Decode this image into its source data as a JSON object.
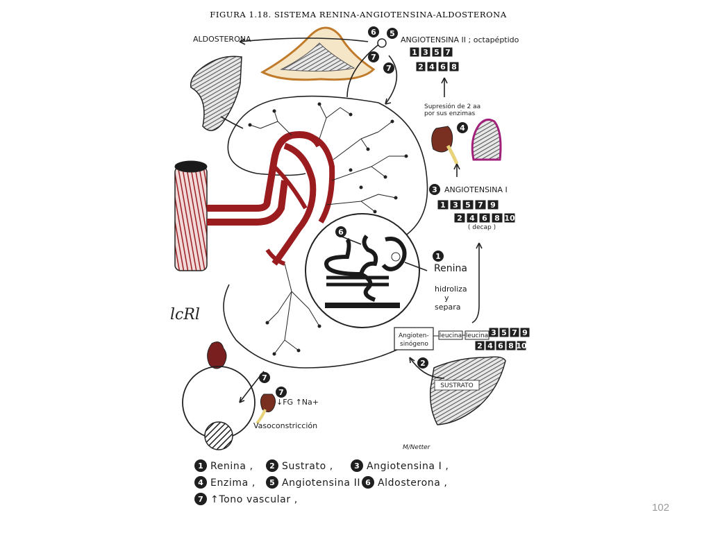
{
  "figure": {
    "title": "FIGURA 1.18. SISTEMA RENINA-ANGIOTENSINA-ALDOSTERONA",
    "aldosterona": "ALDOSTERONA",
    "angio2_label": "ANGIOTENSINA II ; octapéptido",
    "angio2_row1": [
      "1",
      "3",
      "5",
      "7"
    ],
    "angio2_row2": [
      "2",
      "4",
      "6",
      "8"
    ],
    "supresion_line1": "Supresión de 2 aa",
    "supresion_line2": "por sus enzimas",
    "angio1_label": "ANGIOTENSINA I",
    "angio1_row1": [
      "1",
      "3",
      "5",
      "7",
      "9"
    ],
    "angio1_row2": [
      "2",
      "4",
      "6",
      "8",
      "10"
    ],
    "decap": "( decap )",
    "renina": "Renina",
    "hidroliza_1": "hidroliza",
    "hidroliza_2": "y",
    "hidroliza_3": "separa",
    "angiotensinogeno_1": "Angioten-",
    "angiotensinogeno_2": "sinógeno",
    "leucina_1": "leucina",
    "leucina_2": "leucina",
    "chain_row1": [
      "3",
      "5",
      "7",
      "9"
    ],
    "chain_row2": [
      "2",
      "4",
      "6",
      "8",
      "10"
    ],
    "sustrato": "SUSTRATO",
    "fg": "↓FG ↑Na+",
    "vasoconstriccion": "Vasoconstricción",
    "signature": "M/Netter",
    "artist_sig": "lcRl"
  },
  "badges": {
    "b1": "1",
    "b2": "2",
    "b3": "3",
    "b4": "4",
    "b5": "5",
    "b6a": "6",
    "b6b": "6",
    "b7a": "7",
    "b7b": "7",
    "b7c": "7",
    "b7d": "7"
  },
  "legend": {
    "row1": [
      {
        "num": "1",
        "text": "Renina ,"
      },
      {
        "num": "2",
        "text": "Sustrato ,"
      },
      {
        "num": "3",
        "text": "Angiotensina I ,"
      }
    ],
    "row2": [
      {
        "num": "4",
        "text": "Enzima ,"
      },
      {
        "num": "5",
        "text": "Angiotensina II ,"
      },
      {
        "num": "6",
        "text": "Aldosterona ,"
      }
    ],
    "row3": [
      {
        "num": "7",
        "text": "↑Tono vascular ,"
      }
    ]
  },
  "colors": {
    "vessel_red": "#9a1c1f",
    "adrenal_orange": "#e0a24a",
    "kidney_brown": "#7a3020",
    "gland_magenta": "#a0207a",
    "ureter_yellow": "#e8d27a",
    "hatch_gray": "#555555"
  },
  "slide": {
    "number": "102"
  }
}
